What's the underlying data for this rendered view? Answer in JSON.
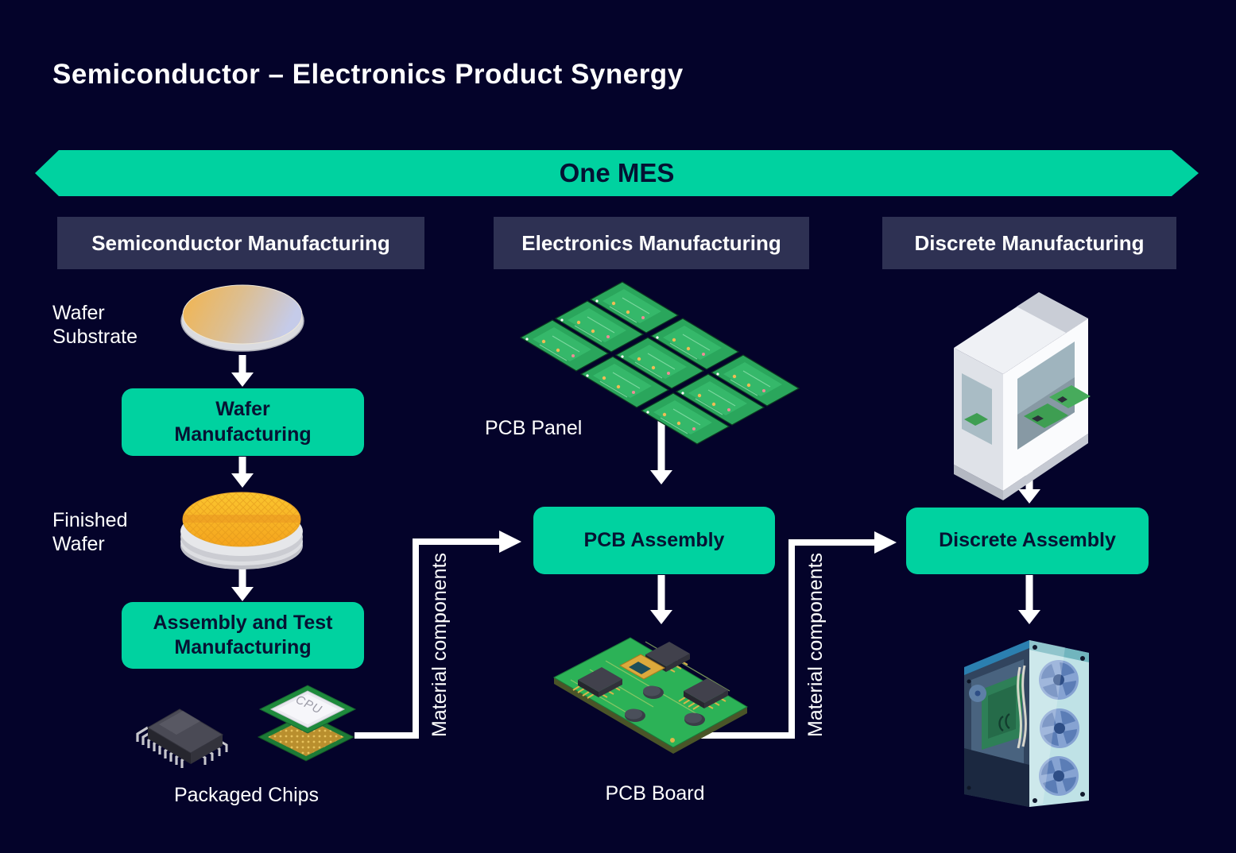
{
  "title": "Semiconductor – Electronics Product Synergy",
  "banner": {
    "label": "One MES"
  },
  "columns": {
    "semiconductor_header": "Semiconductor Manufacturing",
    "electronics_header": "Electronics Manufacturing",
    "discrete_header": "Discrete Manufacturing"
  },
  "semiconductor": {
    "wafer_substrate_label": "Wafer\nSubstrate",
    "wafer_manufacturing_box": "Wafer\nManufacturing",
    "finished_wafer_label": "Finished\nWafer",
    "assembly_test_box": "Assembly and Test\nManufacturing",
    "packaged_chips_label": "Packaged Chips",
    "cpu_text": "CPU"
  },
  "electronics": {
    "pcb_panel_label": "PCB Panel",
    "pcb_assembly_box": "PCB Assembly",
    "pcb_board_label": "PCB Board"
  },
  "discrete": {
    "discrete_assembly_box": "Discrete Assembly"
  },
  "flows": {
    "material_components_1": "Material components",
    "material_components_2": "Material components"
  },
  "colors": {
    "background": "#04032A",
    "accent_green": "#00D2A0",
    "header_bg": "#2E3153",
    "dark_text": "#071233",
    "white": "#FFFFFF"
  }
}
